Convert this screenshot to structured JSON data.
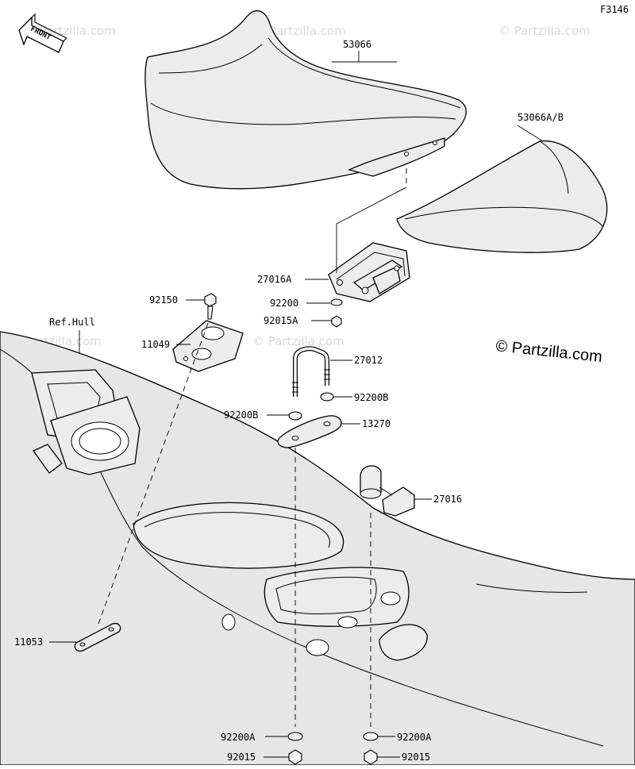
{
  "figure_code": "F3146",
  "front_arrow_label": "FRONT",
  "copyright": "© Partzilla.com",
  "watermark": "© Partzilla.com",
  "callouts": {
    "p53066": "53066",
    "p53066ab": "53066A/B",
    "p27016a": "27016A",
    "p92200": "92200",
    "p92015a": "92015A",
    "p92150": "92150",
    "p11049": "11049",
    "refhull": "Ref.Hull",
    "p27012": "27012",
    "p92200b_r": "92200B",
    "p92200b_l": "92200B",
    "p13270": "13270",
    "p27016": "27016",
    "p11053": "11053",
    "p92200a_l": "92200A",
    "p92200a_r": "92200A",
    "p92015_l": "92015",
    "p92015_r": "92015"
  }
}
